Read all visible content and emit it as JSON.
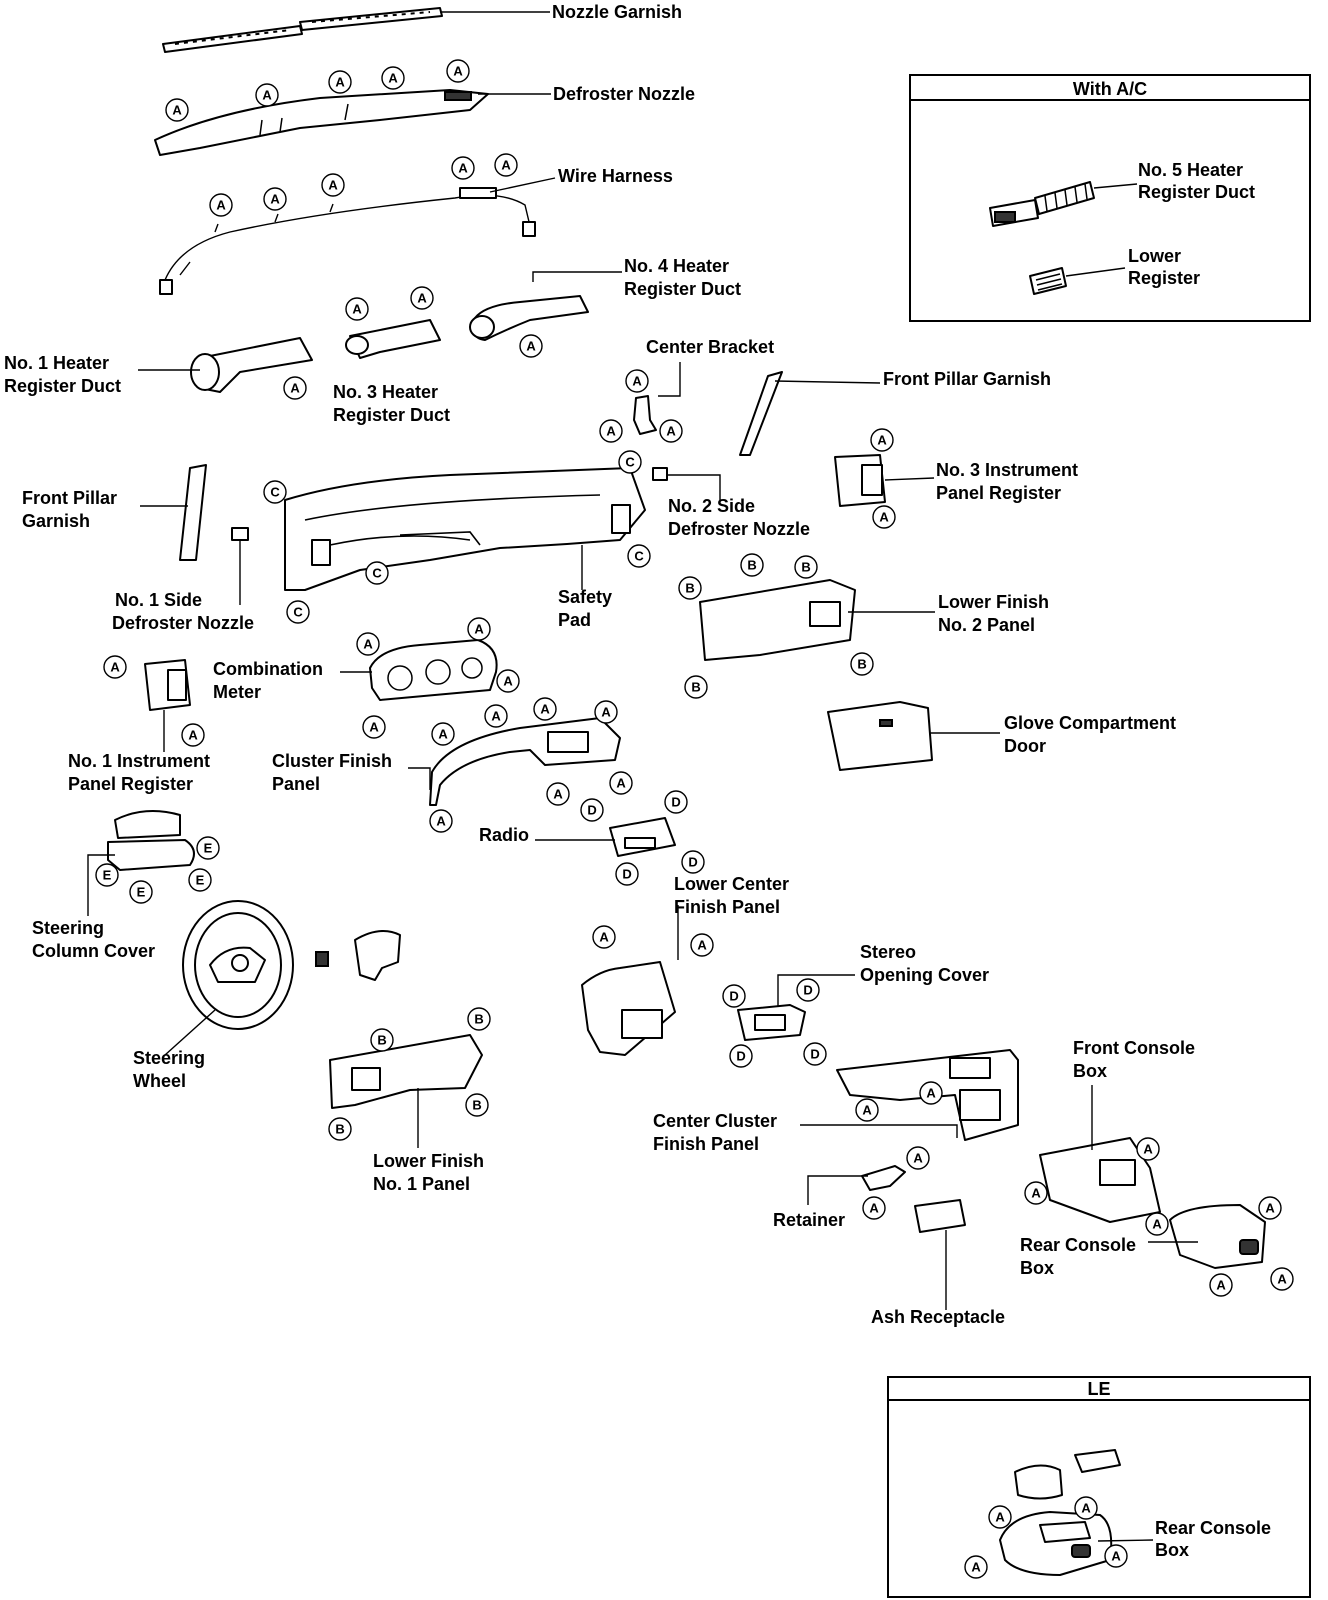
{
  "parts": {
    "nozzle_garnish": "Nozzle Garnish",
    "defroster_nozzle": "Defroster Nozzle",
    "wire_harness": "Wire Harness",
    "no4_duct": [
      "No. 4 Heater",
      "Register Duct"
    ],
    "no1_duct": [
      "No. 1 Heater",
      "Register Duct"
    ],
    "no3_duct": [
      "No. 3 Heater",
      "Register Duct"
    ],
    "center_bracket": "Center Bracket",
    "front_pillar_garnish_r": "Front Pillar Garnish",
    "no3_panel_register": [
      "No. 3 Instrument",
      "Panel Register"
    ],
    "no2_side_defroster": [
      "No. 2 Side",
      "Defroster Nozzle"
    ],
    "front_pillar_garnish_l": [
      "Front Pillar",
      "Garnish"
    ],
    "no1_side_defroster": [
      "No. 1 Side",
      "Defroster Nozzle"
    ],
    "safety_pad": [
      "Safety",
      "Pad"
    ],
    "lower_finish_no2": [
      "Lower Finish",
      "No. 2 Panel"
    ],
    "combination_meter": [
      "Combination",
      "Meter"
    ],
    "no1_panel_register": [
      "No. 1 Instrument",
      "Panel Register"
    ],
    "cluster_finish_panel": [
      "Cluster Finish",
      "Panel"
    ],
    "glove_compartment": [
      "Glove Compartment",
      "Door"
    ],
    "radio": "Radio",
    "steering_column_cover": [
      "Steering",
      "Column Cover"
    ],
    "lower_center_finish": [
      "Lower Center",
      "Finish Panel"
    ],
    "stereo_opening_cover": [
      "Stereo",
      "Opening Cover"
    ],
    "steering_wheel": [
      "Steering",
      "Wheel"
    ],
    "front_console_box": [
      "Front Console",
      "Box"
    ],
    "lower_finish_no1": [
      "Lower Finish",
      "No. 1 Panel"
    ],
    "center_cluster_finish": [
      "Center Cluster",
      "Finish Panel"
    ],
    "retainer": "Retainer",
    "rear_console_box": [
      "Rear Console",
      "Box"
    ],
    "ash_receptacle": "Ash Receptacle"
  },
  "inset_ac": {
    "title": "With A/C",
    "no5_duct": [
      "No. 5 Heater",
      "Register Duct"
    ],
    "lower_register": [
      "Lower",
      "Register"
    ]
  },
  "inset_le": {
    "title": "LE",
    "rear_console_box": [
      "Rear Console",
      "Box"
    ]
  },
  "clip_letters": {
    "a": "A",
    "b": "B",
    "c": "C",
    "d": "D",
    "e": "E"
  }
}
